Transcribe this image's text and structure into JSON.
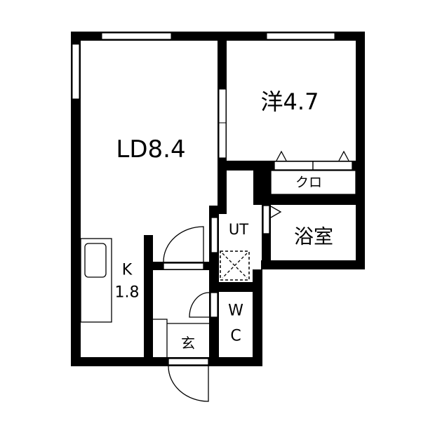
{
  "colors": {
    "wall": "#000000",
    "background": "#ffffff"
  },
  "rooms": {
    "living_dining": "LD8.4",
    "western_room": "洋4.7",
    "closet": "クロ",
    "utility": "UT",
    "bathroom": "浴室",
    "kitchen_label": "K",
    "kitchen_size": "1.8",
    "toilet_w": "W",
    "toilet_c": "C",
    "entrance": "玄"
  }
}
